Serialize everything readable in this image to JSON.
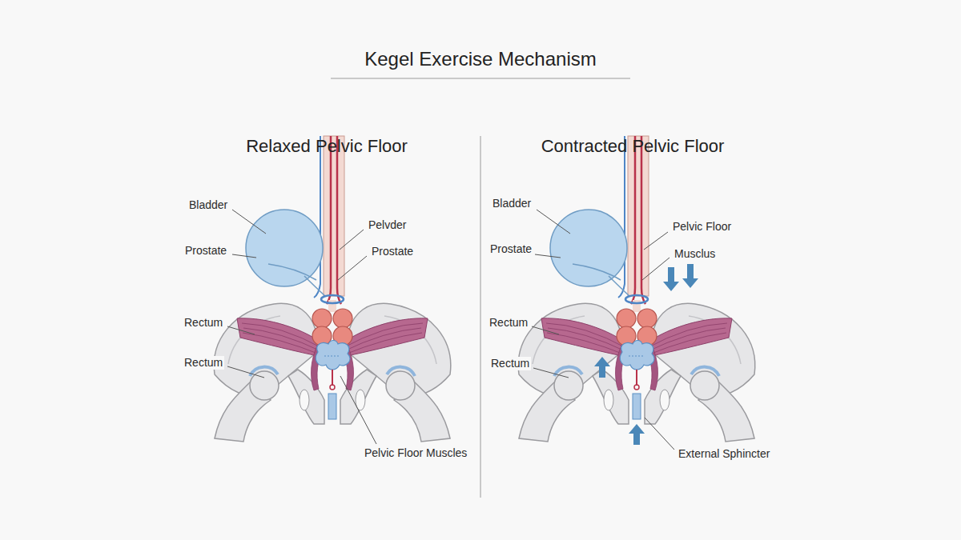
{
  "diagram": {
    "title": "Kegel Exercise Mechanism",
    "labels": [
      "Relaxed Pelvic Floor",
      "Contracted Pelvic Floor",
      "Bladder",
      "Prostate",
      "Pelvder",
      "Prostate",
      "Rectum",
      "Rectum",
      "Pelvic Floor Muscles",
      "Bladder",
      "Prostate",
      "Pelvic Floor",
      "Musclus",
      "Rectum",
      "Rectum",
      "External Sphincter"
    ]
  }
}
